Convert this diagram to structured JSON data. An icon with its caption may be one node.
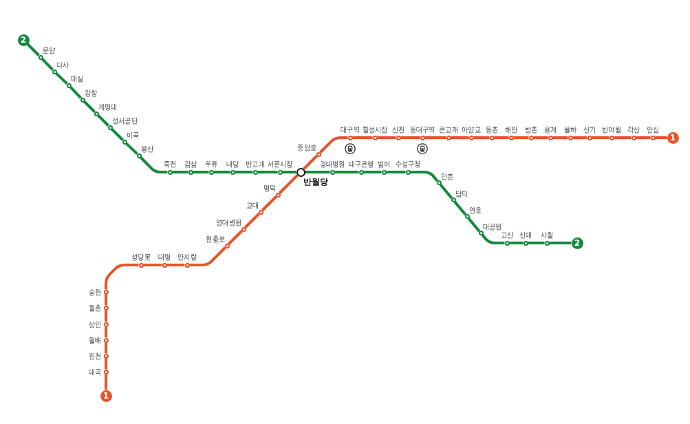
{
  "diagram": {
    "nodes": [
      {
        "text": [
          "2"
        ]
      },
      {
        "text": [],
        "shape": "circle",
        "beside": [
          "문양"
        ]
      },
      {
        "text": [],
        "shape": "circle",
        "beside": [
          "다사"
        ]
      },
      {
        "text": [],
        "shape": "circle",
        "beside": [
          "대실"
        ]
      },
      {
        "text": [],
        "shape": "circle",
        "beside": [
          "강창"
        ]
      },
      {
        "text": [],
        "shape": "circle",
        "beside": [
          "계명대"
        ]
      },
      {
        "text": [],
        "shape": "circle",
        "beside": [
          "성서공단"
        ]
      },
      {
        "text": [],
        "shape": "circle",
        "beside": [
          "이곡"
        ]
      },
      {
        "text": [],
        "shape": "circle",
        "beside": [
          "용산"
        ]
      },
      {
        "text": [],
        "shape": "circle",
        "beside": [
          "죽전"
        ]
      },
      {
        "text": [],
        "shape": "circle",
        "beside": [
          "감삼"
        ]
      },
      {
        "text": [],
        "shape": "circle",
        "beside": [
          "두류"
        ]
      },
      {
        "text": [],
        "shape": "circle",
        "beside": [
          "내당"
        ]
      },
      {
        "text": [],
        "shape": "circle",
        "beside": [
          "반고개"
        ]
      },
      {
        "text": [],
        "shape": "circle",
        "beside": [
          "서문시장"
        ]
      },
      {
        "text": [],
        "shape": "circle",
        "beside": [
          "반월당"
        ]
      },
      {
        "text": [],
        "shape": "circle",
        "beside": [
          "경대병원"
        ]
      },
      {
        "text": [],
        "shape": "circle",
        "beside": [
          "대구은행"
        ]
      },
      {
        "text": [],
        "shape": "circle",
        "beside": [
          "범어"
        ]
      },
      {
        "text": [],
        "shape": "circle",
        "beside": [
          "수성구청"
        ]
      },
      {
        "text": [],
        "shape": "circle",
        "beside": [
          "만촌"
        ]
      },
      {
        "text": [],
        "shape": "circle",
        "beside": [
          "담티"
        ]
      },
      {
        "text": [],
        "shape": "circle",
        "beside": [
          "연호"
        ]
      },
      {
        "text": [],
        "shape": "circle",
        "beside": [
          "대공원"
        ]
      },
      {
        "text": [],
        "shape": "circle",
        "beside": [
          "고산"
        ]
      },
      {
        "text": [],
        "shape": "circle",
        "beside": [
          "신매"
        ]
      },
      {
        "text": [],
        "shape": "circle",
        "beside": [
          "사월"
        ]
      },
      {
        "text": [
          "2"
        ]
      },
      {
        "text": [
          "1"
        ]
      },
      {
        "text": [],
        "shape": "circle",
        "beside": [
          "대곡"
        ]
      },
      {
        "text": [],
        "shape": "circle",
        "beside": [
          "진천"
        ]
      },
      {
        "text": [],
        "shape": "circle",
        "beside": [
          "월배"
        ]
      },
      {
        "text": [],
        "shape": "circle",
        "beside": [
          "상인"
        ]
      },
      {
        "text": [],
        "shape": "circle",
        "beside": [
          "월촌"
        ]
      },
      {
        "text": [],
        "shape": "circle",
        "beside": [
          "송현"
        ]
      },
      {
        "text": [],
        "shape": "circle",
        "beside": [
          "성당못"
        ]
      },
      {
        "text": [],
        "shape": "circle",
        "beside": [
          "대명"
        ]
      },
      {
        "text": [],
        "shape": "circle",
        "beside": [
          "안지랑"
        ]
      },
      {
        "text": [],
        "shape": "circle",
        "beside": [
          "현충로"
        ]
      },
      {
        "text": [],
        "shape": "circle",
        "beside": [
          "영대병원"
        ]
      },
      {
        "text": [],
        "shape": "circle",
        "beside": [
          "교대"
        ]
      },
      {
        "text": [],
        "shape": "circle",
        "beside": [
          "명덕"
        ]
      },
      {
        "text": [],
        "shape": "circle",
        "beside": [
          "중앙로"
        ]
      },
      {
        "text": [],
        "shape": "circle",
        "beside": [
          "대구역"
        ]
      },
      {
        "text": [],
        "shape": "circle",
        "beside": [
          "칠성시장"
        ]
      },
      {
        "text": [],
        "shape": "circle",
        "beside": [
          "신천"
        ]
      },
      {
        "text": [],
        "shape": "circle",
        "beside": [
          "동대구역"
        ]
      },
      {
        "text": [],
        "shape": "circle",
        "beside": [
          "큰고개"
        ]
      },
      {
        "text": [],
        "shape": "circle",
        "beside": [
          "아양교"
        ]
      },
      {
        "text": [],
        "shape": "circle",
        "beside": [
          "동촌"
        ]
      },
      {
        "text": [],
        "shape": "circle",
        "beside": [
          "해안"
        ]
      },
      {
        "text": [],
        "shape": "circle",
        "beside": [
          "방촌"
        ]
      },
      {
        "text": [],
        "shape": "circle",
        "beside": [
          "용계"
        ]
      },
      {
        "text": [],
        "shape": "circle",
        "beside": [
          "율하"
        ]
      },
      {
        "text": [],
        "shape": "circle",
        "beside": [
          "신기"
        ]
      },
      {
        "text": [],
        "shape": "circle",
        "beside": [
          "반야월"
        ]
      },
      {
        "text": [],
        "shape": "circle",
        "beside": [
          "각산"
        ]
      },
      {
        "text": [],
        "shape": "circle",
        "beside": [
          "안심"
        ]
      },
      {
        "text": [
          "1"
        ]
      }
    ],
    "edges": [
      {
        "from": 0,
        "to": 1,
        "arrow": "none",
        "color": "#12893d"
      },
      {
        "from": 1,
        "to": 2,
        "arrow": "none",
        "color": "#12893d"
      },
      {
        "from": 2,
        "to": 3,
        "arrow": "none",
        "color": "#12893d"
      },
      {
        "from": 3,
        "to": 4,
        "arrow": "none",
        "color": "#12893d"
      },
      {
        "from": 4,
        "to": 5,
        "arrow": "none",
        "color": "#12893d"
      },
      {
        "from": 5,
        "to": 6,
        "arrow": "none",
        "color": "#12893d"
      },
      {
        "from": 6,
        "to": 7,
        "arrow": "none",
        "color": "#12893d"
      },
      {
        "from": 7,
        "to": 8,
        "arrow": "none",
        "color": "#12893d"
      },
      {
        "from": 8,
        "to": 9,
        "arrow": "none",
        "color": "#12893d"
      },
      {
        "from": 9,
        "to": 10,
        "arrow": "none",
        "color": "#12893d"
      },
      {
        "from": 10,
        "to": 11,
        "arrow": "none",
        "color": "#12893d"
      },
      {
        "from": 11,
        "to": 12,
        "arrow": "none",
        "color": "#12893d"
      },
      {
        "from": 12,
        "to": 13,
        "arrow": "none",
        "color": "#12893d"
      },
      {
        "from": 13,
        "to": 14,
        "arrow": "none",
        "color": "#12893d"
      },
      {
        "from": 14,
        "to": 15,
        "arrow": "none",
        "color": "#12893d"
      },
      {
        "from": 15,
        "to": 16,
        "arrow": "none",
        "color": "#12893d"
      },
      {
        "from": 16,
        "to": 17,
        "arrow": "none",
        "color": "#12893d"
      },
      {
        "from": 17,
        "to": 18,
        "arrow": "none",
        "color": "#12893d"
      },
      {
        "from": 18,
        "to": 19,
        "arrow": "none",
        "color": "#12893d"
      },
      {
        "from": 19,
        "to": 20,
        "arrow": "none",
        "color": "#12893d"
      },
      {
        "from": 20,
        "to": 21,
        "arrow": "none",
        "color": "#12893d"
      },
      {
        "from": 21,
        "to": 22,
        "arrow": "none",
        "color": "#12893d"
      },
      {
        "from": 22,
        "to": 23,
        "arrow": "none",
        "color": "#12893d"
      },
      {
        "from": 23,
        "to": 24,
        "arrow": "none",
        "color": "#12893d"
      },
      {
        "from": 24,
        "to": 25,
        "arrow": "none",
        "color": "#12893d"
      },
      {
        "from": 25,
        "to": 26,
        "arrow": "none",
        "color": "#12893d"
      },
      {
        "from": 26,
        "to": 27,
        "arrow": "none",
        "color": "#12893d"
      },
      {
        "from": 28,
        "to": 29,
        "arrow": "none"
      },
      {
        "from": 29,
        "to": 30,
        "arrow": "none"
      },
      {
        "from": 30,
        "to": 31,
        "arrow": "none"
      },
      {
        "from": 31,
        "to": 32,
        "arrow": "none"
      },
      {
        "from": 32,
        "to": 33,
        "arrow": "none"
      },
      {
        "from": 33,
        "to": 34,
        "arrow": "none"
      },
      {
        "from": 34,
        "to": 35,
        "arrow": "none"
      },
      {
        "from": 35,
        "to": 36,
        "arrow": "none"
      },
      {
        "from": 36,
        "to": 37,
        "arrow": "none"
      },
      {
        "from": 37,
        "to": 38,
        "arrow": "none"
      },
      {
        "from": 38,
        "to": 39,
        "arrow": "none"
      },
      {
        "from": 39,
        "to": 40,
        "arrow": "none"
      },
      {
        "from": 40,
        "to": 41,
        "arrow": "none"
      },
      {
        "from": 41,
        "to": 15,
        "arrow": "none"
      },
      {
        "from": 15,
        "to": 42,
        "arrow": "none"
      },
      {
        "from": 42,
        "to": 43,
        "arrow": "none"
      },
      {
        "from": 43,
        "to": 44,
        "arrow": "none"
      },
      {
        "from": 44,
        "to": 45,
        "arrow": "none"
      },
      {
        "from": 45,
        "to": 46,
        "arrow": "none"
      },
      {
        "from": 46,
        "to": 47,
        "arrow": "none"
      },
      {
        "from": 47,
        "to": 48,
        "arrow": "none"
      },
      {
        "from": 48,
        "to": 49,
        "arrow": "none"
      },
      {
        "from": 49,
        "to": 50,
        "arrow": "none"
      },
      {
        "from": 50,
        "to": 51,
        "arrow": "none"
      },
      {
        "from": 51,
        "to": 52,
        "arrow": "none"
      },
      {
        "from": 52,
        "to": 53,
        "arrow": "none"
      },
      {
        "from": 53,
        "to": 54,
        "arrow": "none"
      },
      {
        "from": 54,
        "to": 55,
        "arrow": "none"
      },
      {
        "from": 55,
        "to": 56,
        "arrow": "none"
      },
      {
        "from": 56,
        "to": 57,
        "arrow": "none"
      },
      {
        "from": 57,
        "to": 58,
        "arrow": "none"
      }
    ]
  }
}
